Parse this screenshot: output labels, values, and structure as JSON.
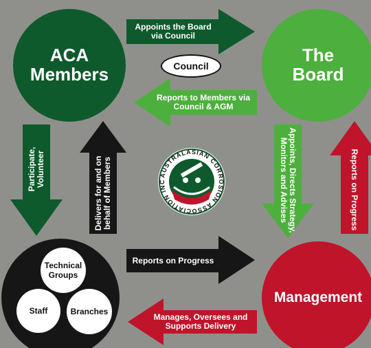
{
  "colors": {
    "background": "#8f908b",
    "dark_green": "#0e5a2c",
    "light_green": "#4daf3d",
    "black": "#161616",
    "crimson": "#c0142b",
    "white": "#ffffff"
  },
  "nodes": {
    "aca_members": "ACA\nMembers",
    "the_board": "The\nBoard",
    "management": "Management",
    "council": "Council",
    "sub_groups": {
      "technical_groups": "Technical\nGroups",
      "staff": "Staff",
      "branches": "Branches"
    }
  },
  "arrows": {
    "appoints_board": "Appoints the Board\nvia Council",
    "reports_members": "Reports to Members via\nCouncil & AGM",
    "participate": "Participate,\nVolunteer",
    "delivers": "Delivers for and on\nbehalf of Members",
    "appoints_directs": "Appoints, Directs Strategy,\nMonitors and Advises",
    "reports_progress_up": "Reports on Progress",
    "reports_progress_right": "Reports on Progress",
    "manages": "Manages, Oversees and\nSupports Delivery"
  },
  "logo": {
    "text": "AUSTRALASIAN CORROSION ASSOCIATION INC.",
    "icon": "aca-logo"
  }
}
